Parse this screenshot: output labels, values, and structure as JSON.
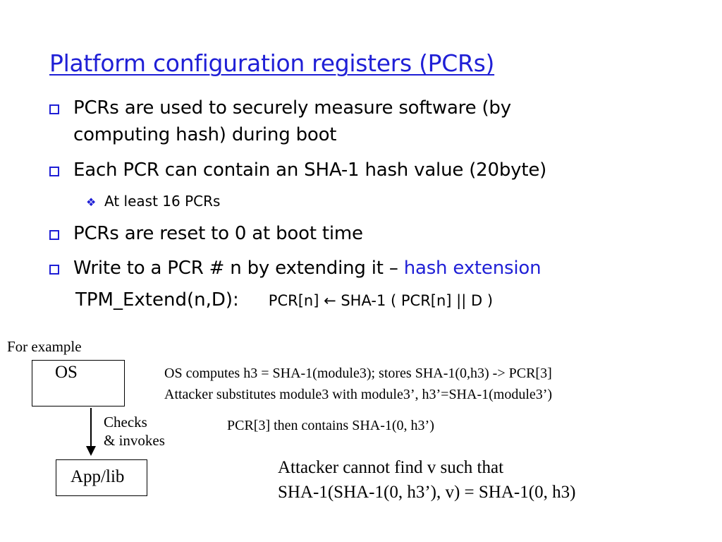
{
  "slide": {
    "title": "Platform configuration registers (PCRs)",
    "bullets": [
      {
        "line1": "PCRs are used to securely measure software (by",
        "line2": "computing hash) during boot"
      },
      {
        "line1": "Each PCR can contain an SHA-1 hash value (20byte)"
      },
      {
        "line1": "PCRs are reset to 0 at boot time"
      },
      {
        "prefix": "Write to a PCR # n by extending it – ",
        "highlight": "hash extension"
      }
    ],
    "sub_bullet": "At least 16 PCRs",
    "extend_label": "TPM_Extend(n,D):",
    "extend_formula": "PCR[n]  ←  SHA-1 ( PCR[n]  ||  D  )",
    "example": {
      "heading": "For example",
      "os_label": "OS",
      "arrow_label_line1": "Checks",
      "arrow_label_line2": "& invokes",
      "app_label": "App/lib",
      "note1": "OS computes h3 = SHA-1(module3); stores SHA-1(0,h3) -> PCR[3]",
      "note2": "Attacker substitutes module3 with module3’, h3’=SHA-1(module3’)",
      "note3": "PCR[3] then contains SHA-1(0, h3’)",
      "conclusion_line1": "Attacker cannot find v such that",
      "conclusion_line2": "SHA-1(SHA-1(0, h3’), v) = SHA-1(0, h3)"
    }
  },
  "colors": {
    "accent": "#1f1fd6",
    "text": "#000000",
    "background": "#ffffff"
  },
  "icons": {
    "bullet": "square-bullet-icon",
    "sub_bullet": "diamond-bullet-icon"
  }
}
